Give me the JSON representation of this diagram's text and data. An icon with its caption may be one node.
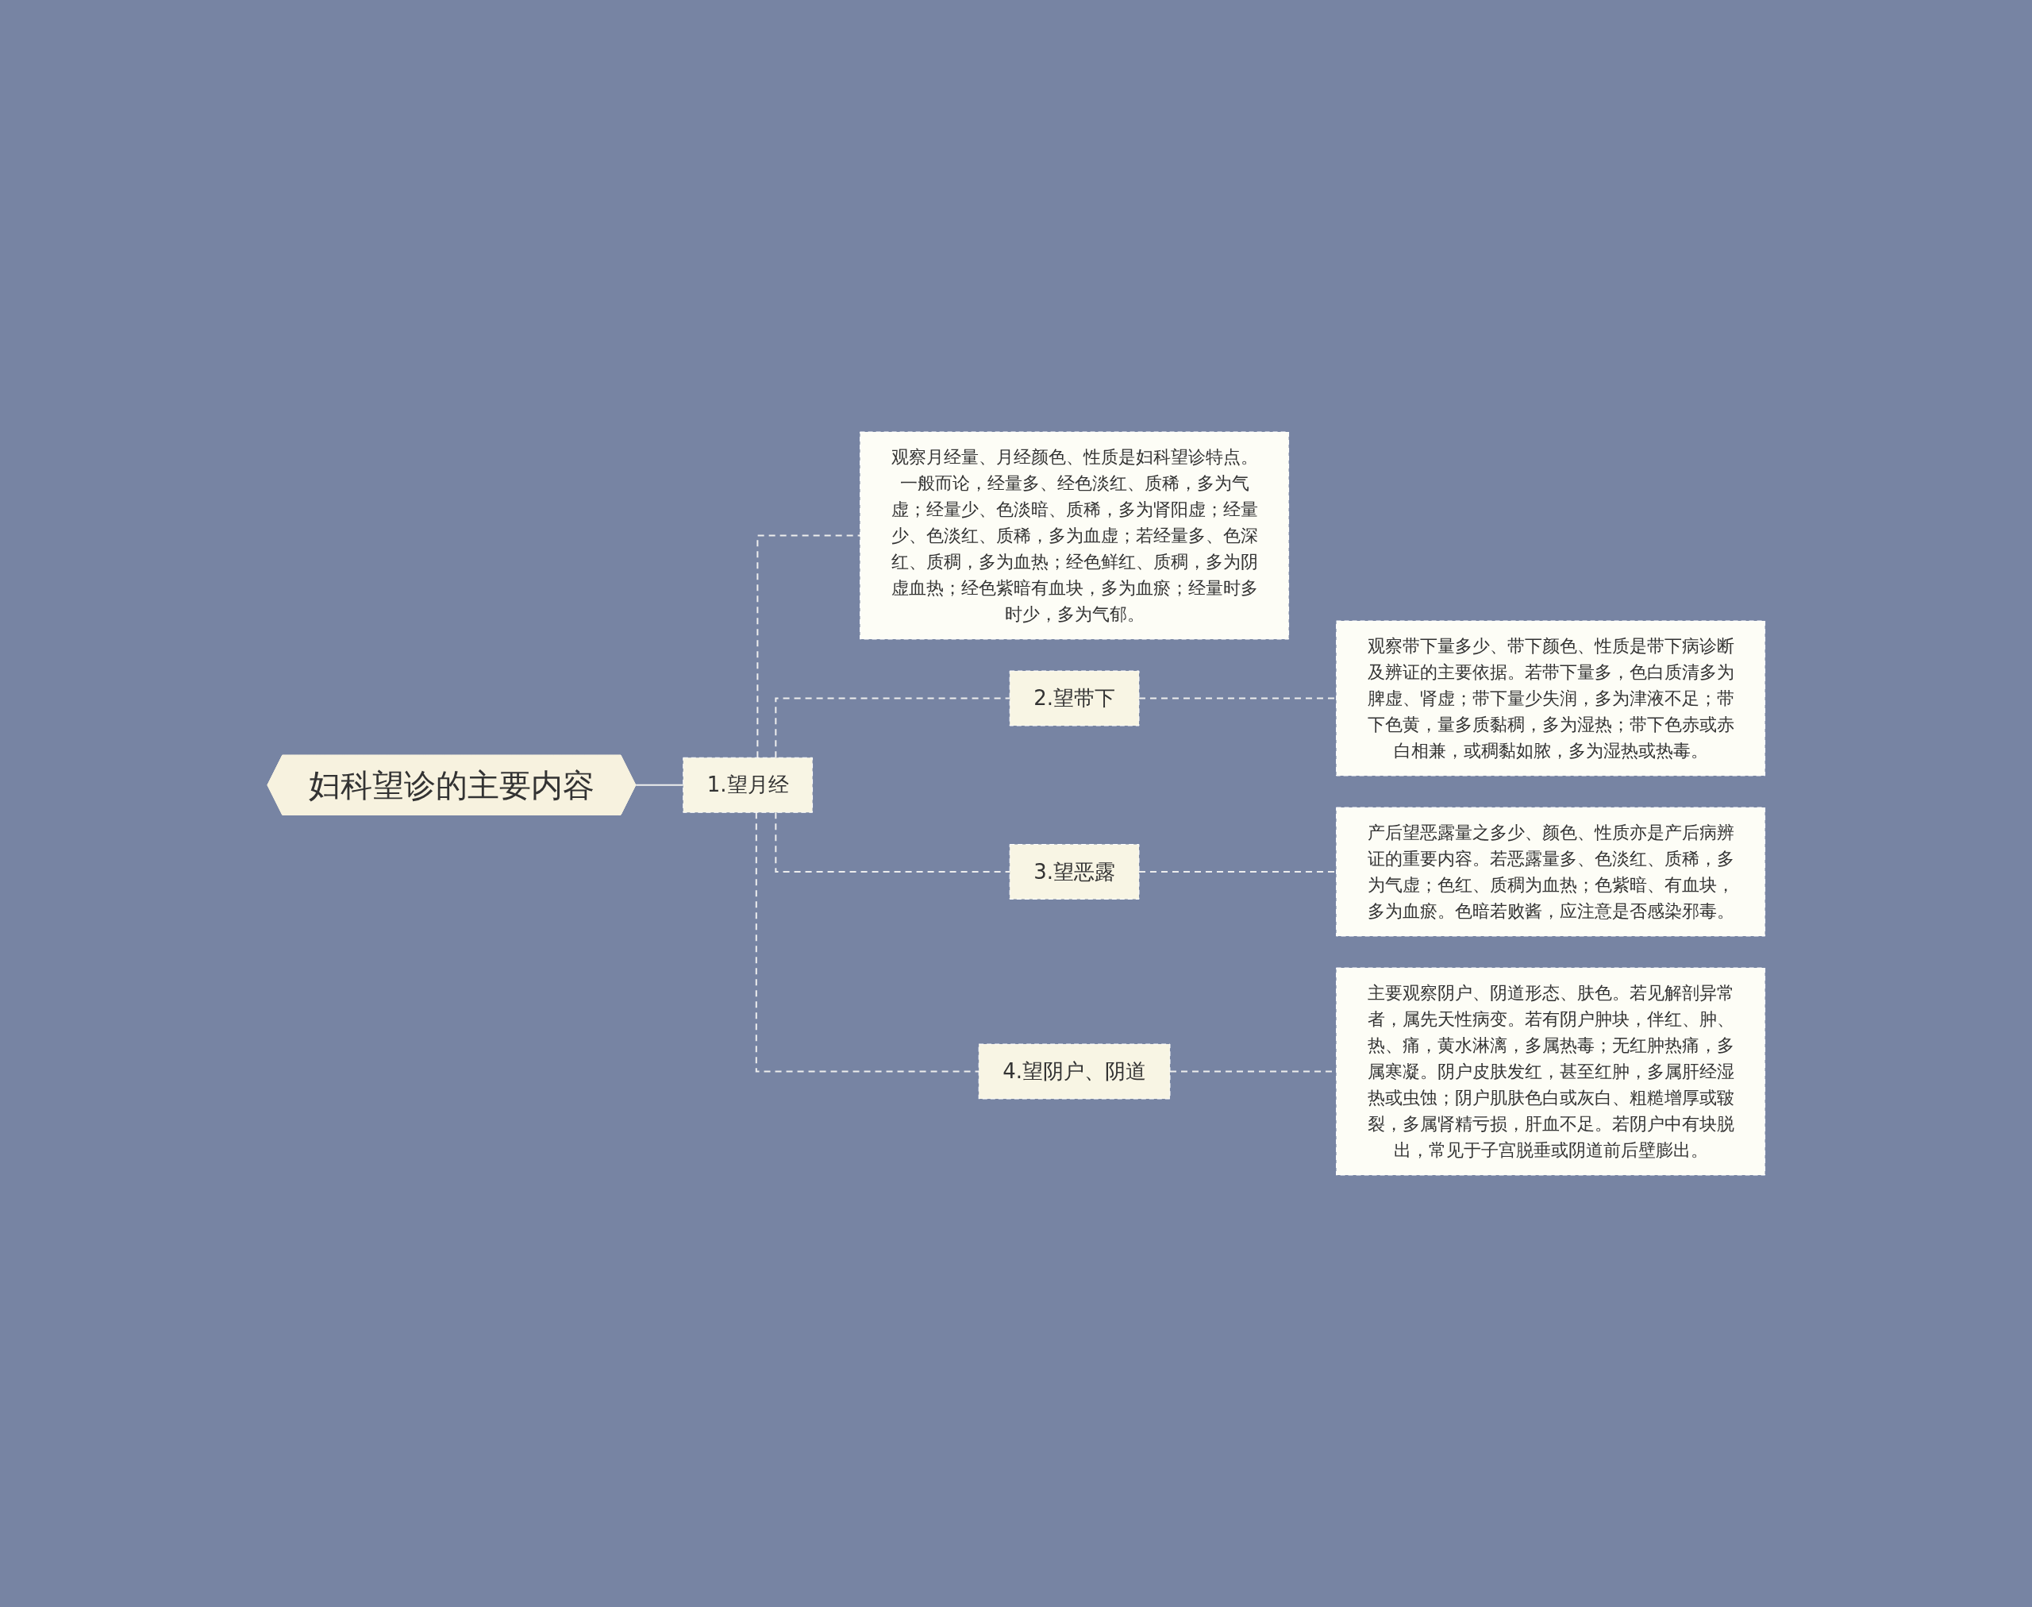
{
  "diagram": {
    "nodes": [
      {
        "text": [
          "妇科望诊的主要内容"
        ]
      },
      {
        "text": [
          "1.望月经"
        ]
      },
      {
        "text": [
          "观察月经量、月经颜色、性质是妇科望诊特点。一般而论，经量多、经色淡红、质稀，多为气虚；经量少、色淡暗、质稀，多为肾阳虚；经量少、色淡红、质稀，多为血虚；若经量多、色深红、质稠，多为血热；经色鲜红、质稠，多为阴虚血热；经色紫暗有血块，多为血瘀；经量时多时少，多为气郁。"
        ]
      },
      {
        "text": [
          "2.望带下"
        ]
      },
      {
        "text": [
          "观察带下量多少、带下颜色、性质是带下病诊断及辨证的主要依据。若带下量多，色白质清多为脾虚、肾虚；带下量少失润，多为津液不足；带下色黄，量多质黏稠，多为湿热；带下色赤或赤白相兼，或稠黏如脓，多为湿热或热毒。"
        ]
      },
      {
        "text": [
          "3.望恶露"
        ]
      },
      {
        "text": [
          "产后望恶露量之多少、颜色、性质亦是产后病辨证的重要内容。若恶露量多、色淡红、质稀，多为气虚；色红、质稠为血热；色紫暗、有血块，多为血瘀。色暗若败酱，应注意是否感染邪毒。"
        ]
      },
      {
        "text": [
          "4.望阴户、阴道"
        ]
      },
      {
        "text": [
          "主要观察阴户、阴道形态、肤色。若见解剖异常者，属先天性病变。若有阴户肿块，伴红、肿、热、痛，黄水淋漓，多属热毒；无红肿热痛，多属寒凝。阴户皮肤发红，甚至红肿，多属肝经湿热或虫蚀；阴户肌肤色白或灰白、粗糙增厚或皲裂，多属肾精亏损，肝血不足。若阴户中有块脱出，常见于子宫脱垂或阴道前后壁膨出。"
        ]
      }
    ],
    "edges": [
      {
        "from": 0,
        "to": 1,
        "arrow": "none"
      },
      {
        "from": 1,
        "to": 2,
        "arrow": "none",
        "style": "dashed"
      },
      {
        "from": 1,
        "to": 3,
        "arrow": "none",
        "style": "dashed"
      },
      {
        "from": 3,
        "to": 4,
        "arrow": "none",
        "style": "dashed"
      },
      {
        "from": 1,
        "to": 5,
        "arrow": "none",
        "style": "dashed"
      },
      {
        "from": 5,
        "to": 6,
        "arrow": "none",
        "style": "dashed"
      },
      {
        "from": 1,
        "to": 7,
        "arrow": "none",
        "style": "dashed"
      },
      {
        "from": 7,
        "to": 8,
        "arrow": "none",
        "style": "dashed"
      }
    ]
  }
}
